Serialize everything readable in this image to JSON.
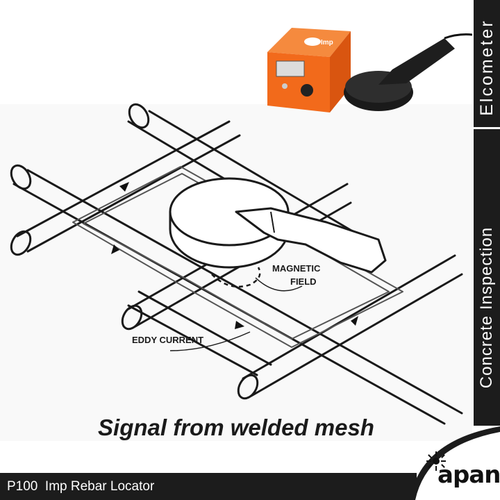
{
  "sidebar": {
    "brand": "Elcometer",
    "section": "Concrete Inspection"
  },
  "diagram": {
    "magnetic_label_line1": "MAGNETIC",
    "magnetic_label_line2": "FIELD",
    "eddy_label": "EDDY CURRENT",
    "caption": "Signal from welded mesh",
    "device_badge": "Imp"
  },
  "footer": {
    "product_title": "P100  Imp Rebar Locator",
    "logo_text": "apan"
  },
  "colors": {
    "band": "#1c1c1c",
    "device_orange": "#f26a1b",
    "probe_black": "#202020"
  }
}
